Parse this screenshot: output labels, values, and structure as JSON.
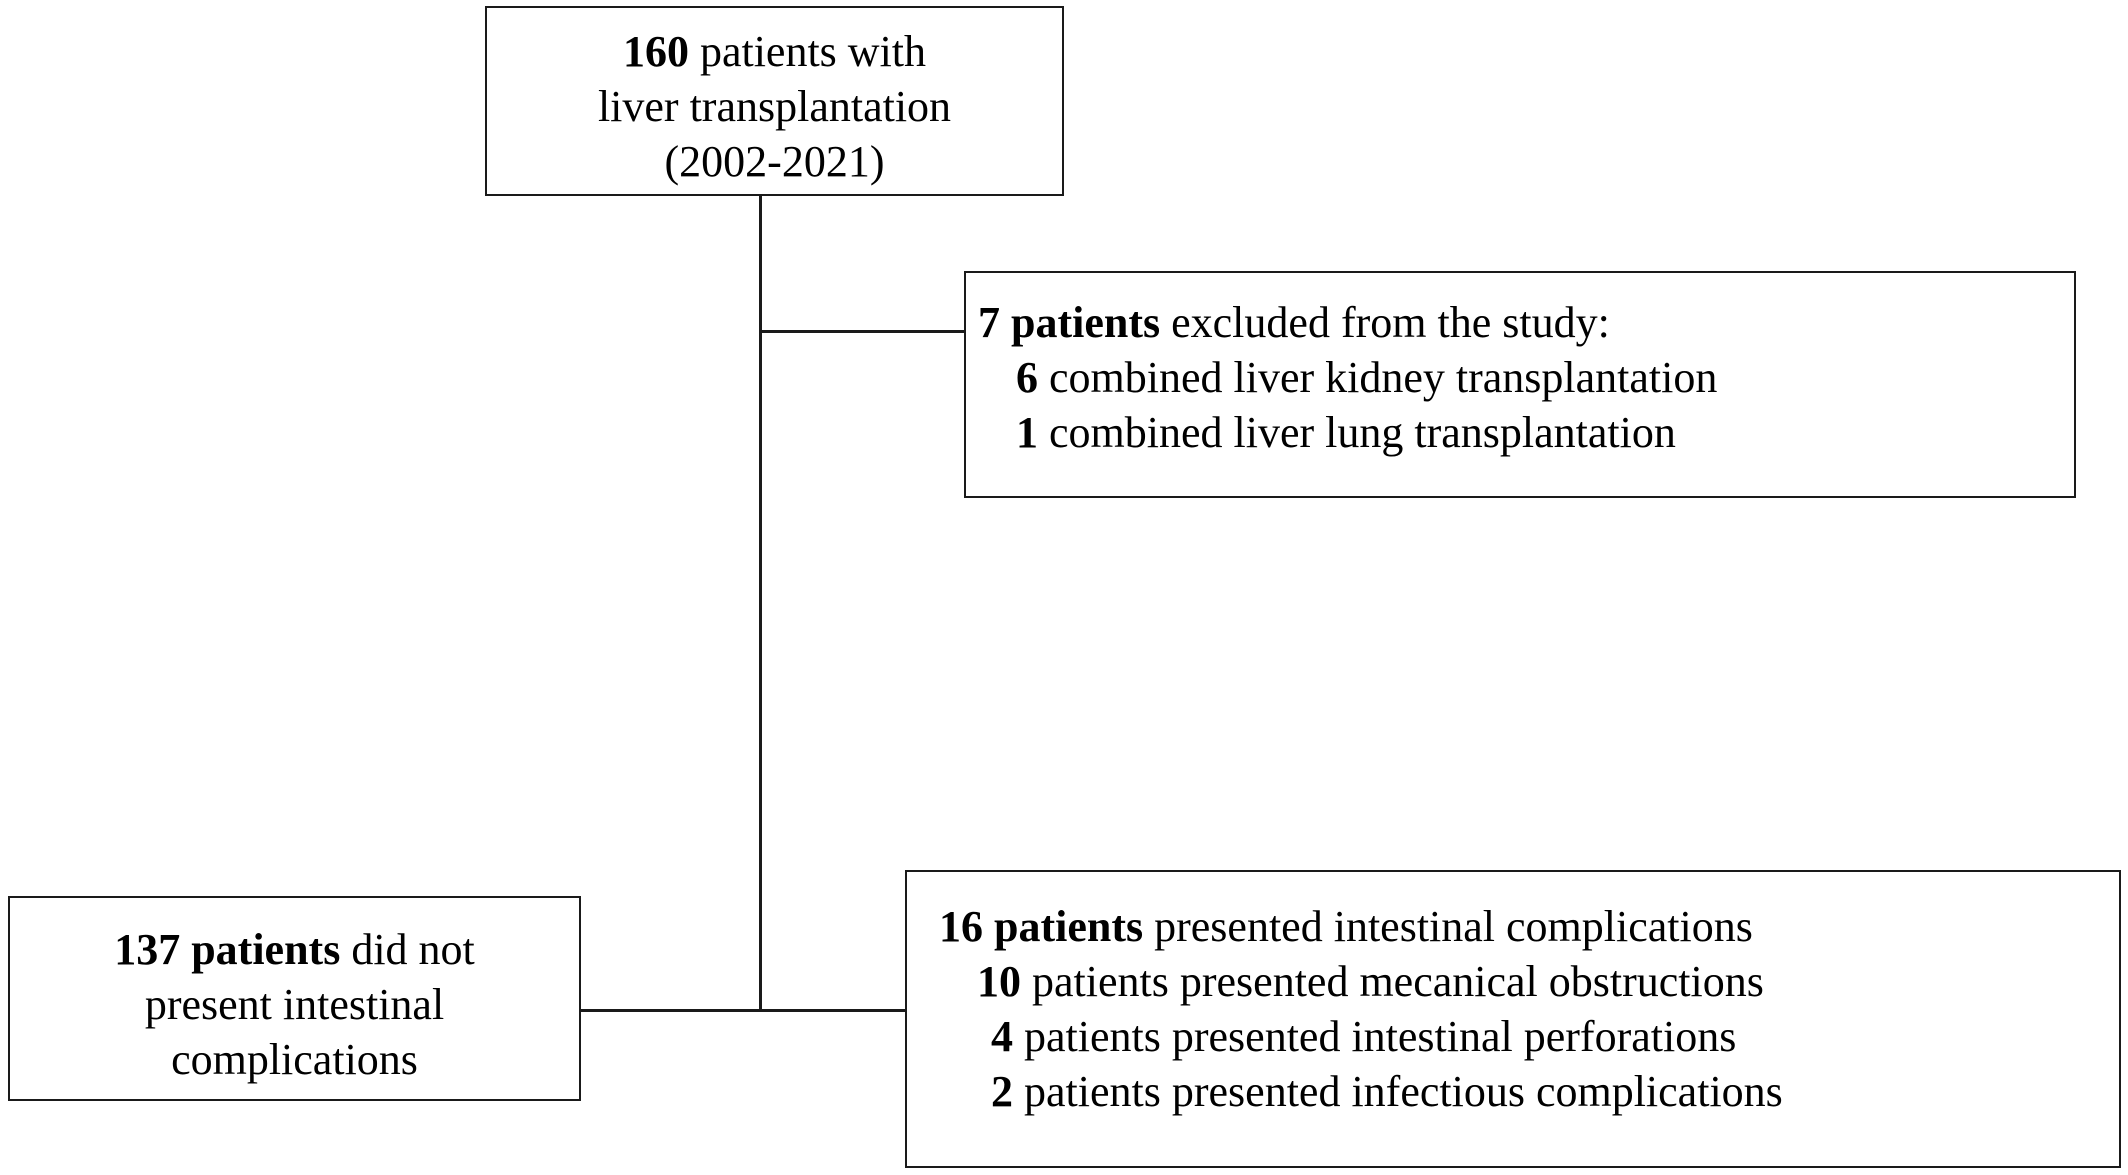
{
  "top_box": {
    "count": "160",
    "line1_rest": " patients with",
    "line2": "liver transplantation",
    "line3": "(2002-2021)"
  },
  "excluded_box": {
    "heading_bold": "7 patients",
    "heading_rest": " excluded from the study:",
    "items": [
      {
        "count": "6",
        "text": " combined liver kidney transplantation"
      },
      {
        "count": "1",
        "text": " combined liver lung transplantation"
      }
    ]
  },
  "no_complications_box": {
    "bold": "137 patients",
    "line1_rest": " did not",
    "line2": "present intestinal",
    "line3": "complications"
  },
  "complications_box": {
    "heading_bold": "16 patients",
    "heading_rest": " presented intestinal complications",
    "items": [
      {
        "count": "10",
        "text": " patients presented mecanical obstructions"
      },
      {
        "count": "4",
        "text": " patients presented intestinal perforations"
      },
      {
        "count": "2",
        "text": " patients presented infectious complications"
      }
    ]
  }
}
